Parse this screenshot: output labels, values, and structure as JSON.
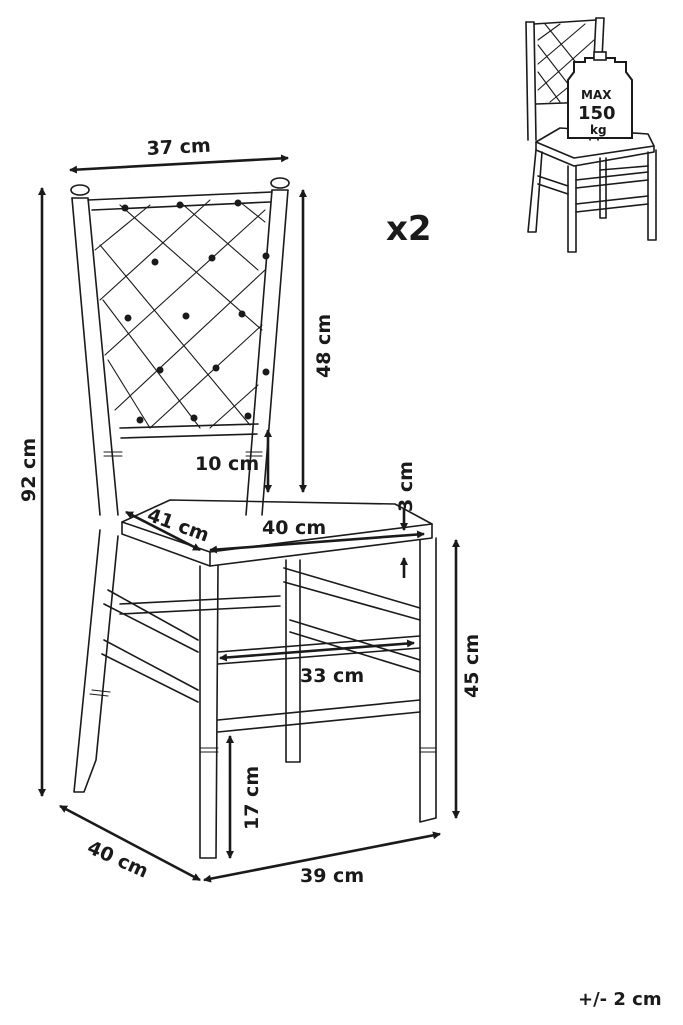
{
  "dimensions": {
    "backrest_width": "37 cm",
    "backrest_height": "48 cm",
    "total_height": "92 cm",
    "back_gap": "10 cm",
    "seat_thickness": "3 cm",
    "seat_depth": "41 cm",
    "seat_width": "40 cm",
    "stretcher_width": "33 cm",
    "seat_height": "45 cm",
    "stretcher_height": "17 cm",
    "base_depth": "40 cm",
    "base_width": "39 cm"
  },
  "quantity": "x2",
  "load_badge": {
    "max": "MAX",
    "value": "150",
    "unit": "kg"
  },
  "tolerance": "+/- 2 cm",
  "icons": {
    "main": "chair-outline-icon",
    "thumb": "chair-load-icon",
    "weight": "weight-icon"
  }
}
